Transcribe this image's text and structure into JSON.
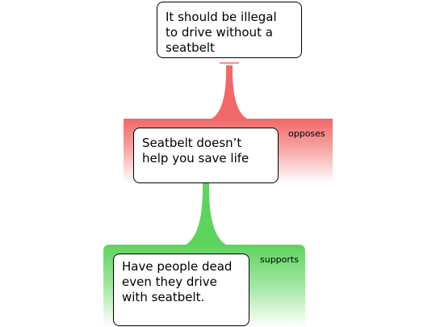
{
  "claim": {
    "text": "It should be illegal\nto drive without a\nseatbelt"
  },
  "objection": {
    "text": "Seatbelt doesn’t\nhelp you save life",
    "relation": "opposes",
    "color": "#f06868"
  },
  "support": {
    "text": "Have people dead\neven they drive\nwith seatbelt.",
    "relation": "supports",
    "color": "#5ed35e"
  }
}
